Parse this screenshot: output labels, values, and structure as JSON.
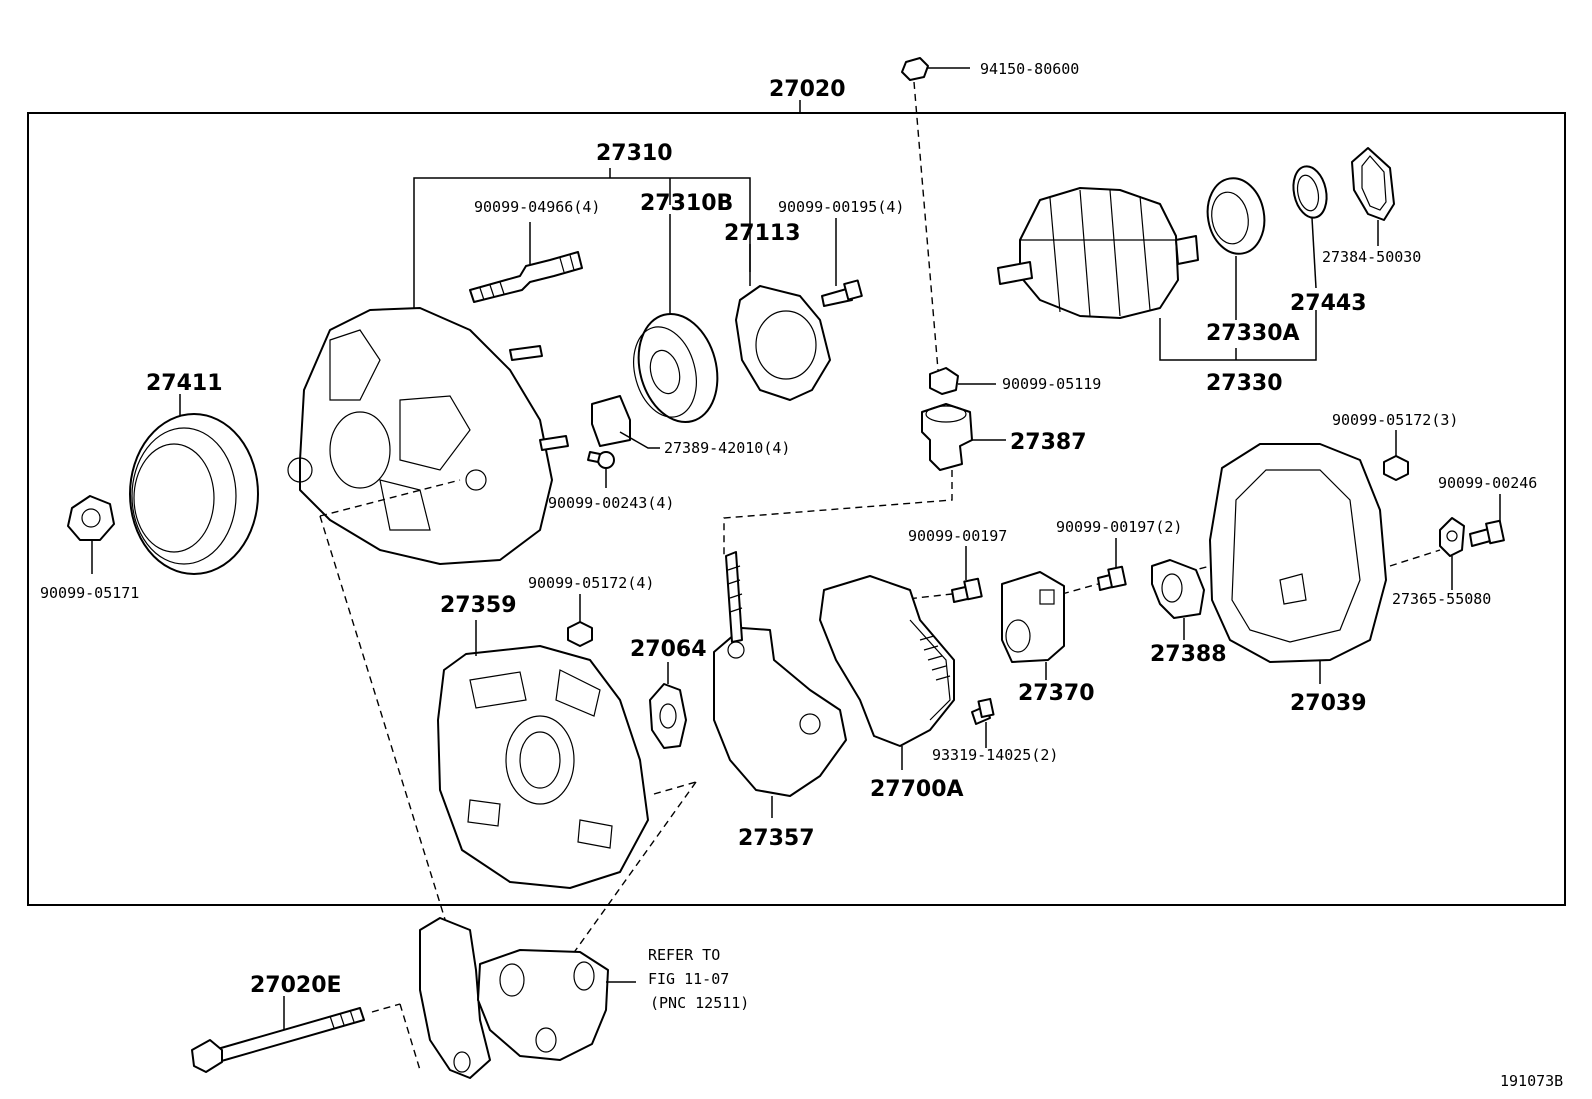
{
  "labels": {
    "assembly": "27020",
    "nut_top": "94150-80600",
    "rotor_sub_group": "27310",
    "stud": "90099-04966(4)",
    "bearing_27310b": "27310B",
    "retainer": "27113",
    "screw_00195": "90099-00195(4)",
    "rotor_group": "27330",
    "bearing_27330a": "27330A",
    "cover_27443": "27443",
    "ring_50030": "27384-50030",
    "pulley": "27411",
    "nut_05171": "90099-05171",
    "insulator_42010": "27389-42010(4)",
    "screw_00243": "90099-00243(4)",
    "nut_05119": "90099-05119",
    "terminal_27387": "27387",
    "nut_05172_3": "90099-05172(3)",
    "screw_00246": "90099-00246",
    "screw_00197": "90099-00197",
    "screw_00197_2": "90099-00197(2)",
    "frame_27359": "27359",
    "nut_05172_4": "90099-05172(4)",
    "insulator_27064": "27064",
    "rectifier_27357": "27357",
    "regulator_27700a": "27700A",
    "screw_14025": "93319-14025(2)",
    "brush_holder_27370": "27370",
    "cover_27388": "27388",
    "rear_cover_27039": "27039",
    "plate_55080": "27365-55080",
    "bolt_27020e": "27020E",
    "refer_line1": "REFER TO",
    "refer_line2": "FIG 11-07",
    "refer_line3": "(PNC 12511)",
    "figure_id": "191073B"
  }
}
